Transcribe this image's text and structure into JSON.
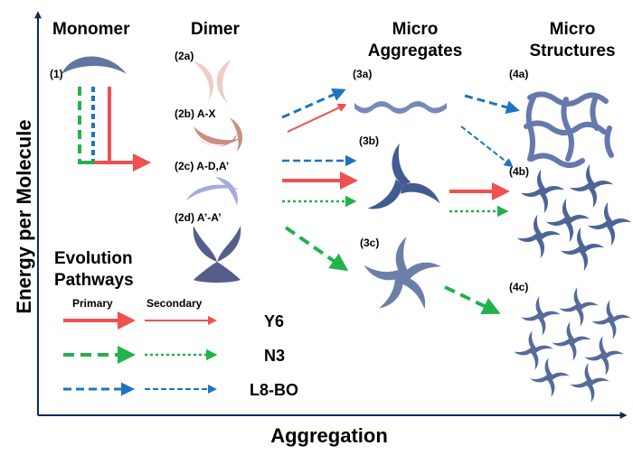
{
  "headers": {
    "monomer": "Monomer",
    "dimer": "Dimer",
    "micro_aggregates_l1": "Micro",
    "micro_aggregates_l2": "Aggregates",
    "micro_structures_l1": "Micro",
    "micro_structures_l2": "Structures"
  },
  "axes": {
    "y_label": "Energy per Molecule",
    "x_label": "Aggregation"
  },
  "labels": {
    "l1": "(1)",
    "l2a": "(2a)",
    "l2b": "(2b) A-X",
    "l2c": "(2c) A-D,A’",
    "l2d": "(2d) A’-A’",
    "l3a": "(3a)",
    "l3b": "(3b)",
    "l3c": "(3c)",
    "l4a": "(4a)",
    "l4b": "(4b)",
    "l4c": "(4c)"
  },
  "legend": {
    "title_l1": "Evolution",
    "title_l2": "Pathways",
    "primary": "Primary",
    "secondary": "Secondary",
    "materials": [
      {
        "name": "Y6",
        "color": "#f0504f"
      },
      {
        "name": "N3",
        "color": "#22b24c"
      },
      {
        "name": "L8-BO",
        "color": "#1f73c1"
      }
    ]
  },
  "colors": {
    "monomer_shape": "#6175a0",
    "dimer_2a": "#e9c9c3",
    "dimer_2b": "#c9877d",
    "dimer_2c": "#9da2d9",
    "dimer_2d": "#555d8c",
    "aggregate": "#2e4a86"
  }
}
